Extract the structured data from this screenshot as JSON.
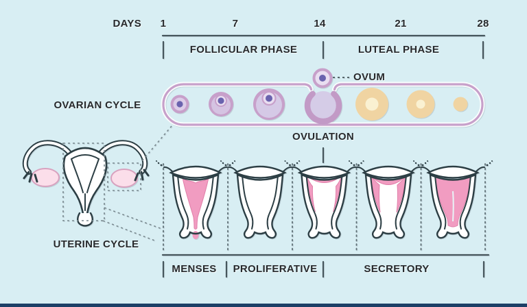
{
  "palette": {
    "background": "#d8eef3",
    "line": "#46565c",
    "text": "#26292c",
    "pill_border": "#c7a0ca",
    "follicle_ring": "#c7a0ca",
    "follicle_fill": "#d9cde8",
    "oocyte_dot": "#6a63ae",
    "corpus_luteum": "#f0d4a2",
    "corpus_luteum_core": "#faf1d2",
    "endometrium_pink": "#f19cc1",
    "ovary_pink": "#fbdeea",
    "bottom_bar": "#1c3f66"
  },
  "timeline": {
    "label": "DAYS",
    "days": [
      "1",
      "7",
      "14",
      "21",
      "28"
    ]
  },
  "phases": {
    "follicular": "FOLLICULAR PHASE",
    "luteal": "LUTEAL PHASE"
  },
  "ovarian": {
    "cycle_label": "OVARIAN CYCLE",
    "ovum_label": "OVUM",
    "ovulation_label": "OVULATION"
  },
  "uterine": {
    "cycle_label": "UTERINE CYCLE",
    "phases": [
      "MENSES",
      "PROLIFERATIVE",
      "SECRETORY"
    ]
  }
}
